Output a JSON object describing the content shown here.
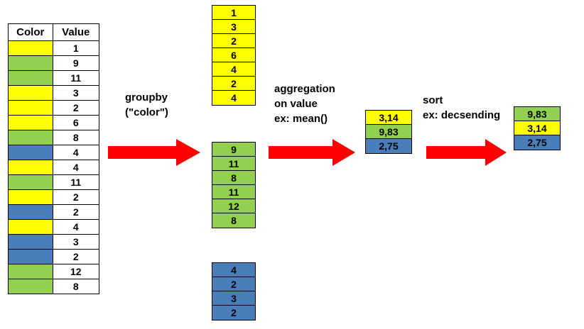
{
  "colors": {
    "yellow": "#ffff00",
    "green": "#92d050",
    "blue": "#4a7ebb",
    "arrow_red": "#ff0000",
    "border": "#000000",
    "background": "#ffffff"
  },
  "source_table": {
    "headers": [
      "Color",
      "Value"
    ],
    "rows": [
      {
        "color": "yellow",
        "value": "1"
      },
      {
        "color": "green",
        "value": "9"
      },
      {
        "color": "green",
        "value": "11"
      },
      {
        "color": "yellow",
        "value": "3"
      },
      {
        "color": "yellow",
        "value": "2"
      },
      {
        "color": "yellow",
        "value": "6"
      },
      {
        "color": "green",
        "value": "8"
      },
      {
        "color": "blue",
        "value": "4"
      },
      {
        "color": "yellow",
        "value": "4"
      },
      {
        "color": "green",
        "value": "11"
      },
      {
        "color": "yellow",
        "value": "2"
      },
      {
        "color": "blue",
        "value": "2"
      },
      {
        "color": "yellow",
        "value": "4"
      },
      {
        "color": "blue",
        "value": "3"
      },
      {
        "color": "blue",
        "value": "2"
      },
      {
        "color": "green",
        "value": "12"
      },
      {
        "color": "green",
        "value": "8"
      }
    ]
  },
  "steps": {
    "groupby": {
      "lines": [
        "groupby",
        "(\"color\")"
      ],
      "text": "groupby\n(\"color\")"
    },
    "aggregate": {
      "lines": [
        "aggregation",
        "on value",
        "ex: mean()"
      ],
      "text": "aggregation\non value\nex: mean()"
    },
    "sort": {
      "lines": [
        "sort",
        "ex: decsending"
      ],
      "text": "sort\nex: decsending"
    }
  },
  "groups": [
    {
      "name": "yellow-group",
      "color": "yellow",
      "values": [
        "1",
        "3",
        "2",
        "6",
        "4",
        "2",
        "4"
      ]
    },
    {
      "name": "green-group",
      "color": "green",
      "values": [
        "9",
        "11",
        "8",
        "11",
        "12",
        "8"
      ]
    },
    {
      "name": "blue-group",
      "color": "blue",
      "values": [
        "4",
        "2",
        "3",
        "2"
      ]
    }
  ],
  "aggregate_result": [
    {
      "color": "yellow",
      "value": "3,14"
    },
    {
      "color": "green",
      "value": "9,83"
    },
    {
      "color": "blue",
      "value": "2,75"
    }
  ],
  "sorted_result": [
    {
      "color": "green",
      "value": "9,83"
    },
    {
      "color": "yellow",
      "value": "3,14"
    },
    {
      "color": "blue",
      "value": "2,75"
    }
  ],
  "arrows": [
    {
      "name": "arrow-groupby"
    },
    {
      "name": "arrow-aggregate"
    },
    {
      "name": "arrow-sort"
    }
  ]
}
